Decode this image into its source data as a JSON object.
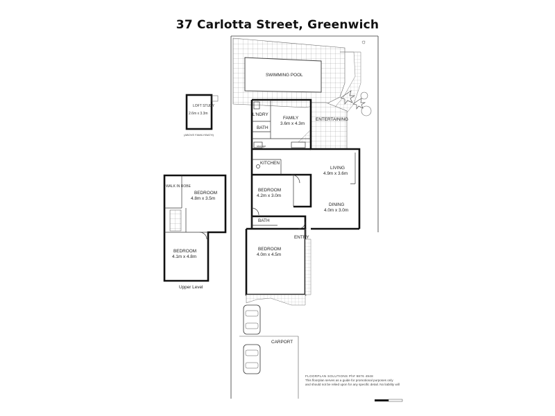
{
  "title": "37 Carlotta Street, Greenwich",
  "rooms": {
    "swimming_pool": "SWIMMING POOL",
    "loft_study": "LOFT STUDY",
    "loft_study_dim": "2.6m x 3.3m",
    "loft_note": "(ABOVE FAMILY/BATH)",
    "laundry": "L'NDRY",
    "family": "FAMILY",
    "family_dim": "3.6m x 4.3m",
    "entertaining": "ENTERTAINING",
    "bath_ground": "BATH",
    "storage": "storage",
    "kitchen": "KITCHEN",
    "living": "LIVING",
    "living_dim": "4.9m x 3.6m",
    "dining": "DINING",
    "dining_dim": "4.0m x 3.0m",
    "bedroom_ground_1": "BEDROOM",
    "bedroom_ground_1_dim": "4.2m x 3.0m",
    "bath_ground_2": "BATH",
    "bedroom_ground_2": "BEDROOM",
    "bedroom_ground_2_dim": "4.0m x 4.5m",
    "entry": "ENTRY",
    "carport": "CARPORT",
    "walk_in_robe": "WALK IN ROBE",
    "bedroom_upper_1": "BEDROOM",
    "bedroom_upper_1_dim": "4.8m x 3.5m",
    "bedroom_upper_2": "BEDROOM",
    "bedroom_upper_2_dim": "4.1m x 4.8m",
    "upper_level": "Upper Level"
  },
  "disclaimer": {
    "header": "FLOORPLAN SOLUTIONS   Ph# 9876 4948",
    "line1": "This floorplan serves as a guide for promotional purposes only",
    "line2": "and should not be relied upon for any specific detail. No liability will"
  }
}
